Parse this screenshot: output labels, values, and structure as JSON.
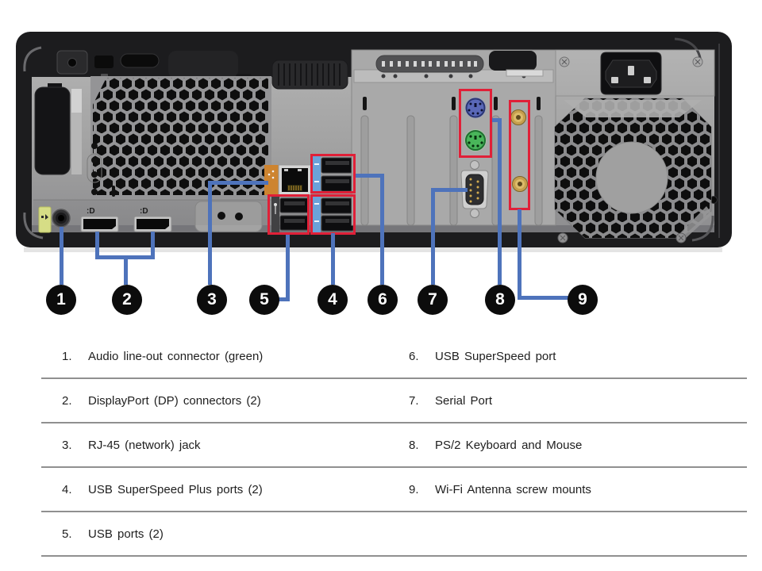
{
  "legend": {
    "left_column": [
      {
        "num": "1.",
        "label": "Audio line-out connector (green)"
      },
      {
        "num": "2.",
        "label": "DisplayPort (DP) connectors (2)"
      },
      {
        "num": "3.",
        "label": "RJ-45 (network) jack"
      },
      {
        "num": "4.",
        "label": "USB SuperSpeed Plus ports (2)"
      },
      {
        "num": "5.",
        "label": "USB ports (2)"
      }
    ],
    "right_column": [
      {
        "num": "6.",
        "label": "USB SuperSpeed port"
      },
      {
        "num": "7.",
        "label": "Serial Port"
      },
      {
        "num": "8.",
        "label": "PS/2 Keyboard and Mouse"
      },
      {
        "num": "9.",
        "label": "Wi-Fi Antenna screw mounts"
      }
    ]
  },
  "callout_numbers": [
    "1",
    "2",
    "3",
    "5",
    "4",
    "6",
    "7",
    "8",
    "9"
  ],
  "photo": {
    "dp_logo": ":D"
  },
  "colors": {
    "callout_blue": "#4e73bb",
    "highlight_red": "#e02038",
    "badge_black": "#0c0c0c",
    "ps2_purple": "#5a68b8",
    "ps2_green": "#49b65a",
    "audio_label_green": "#d6dd86",
    "rj45_label_orange": "#cd8430",
    "usb_tab_blue": "#6ba2d9",
    "antenna_gold": "#c59f4d"
  }
}
